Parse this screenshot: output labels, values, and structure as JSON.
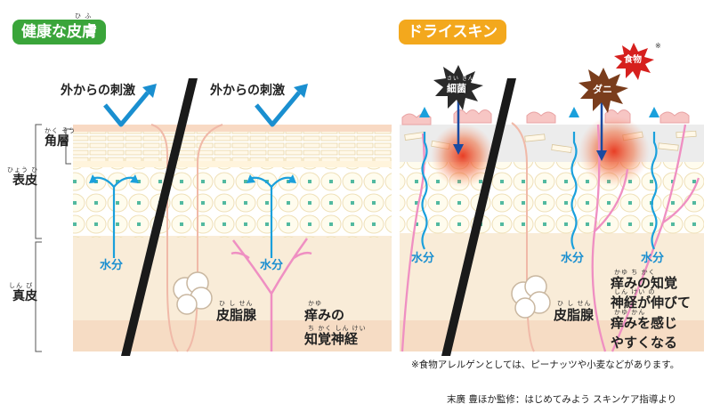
{
  "left": {
    "badge": "健康な皮膚",
    "badge_furigana": "ひ ふ",
    "stimulus_1": "外からの刺激",
    "stimulus_2": "外からの刺激",
    "water_1": "水分",
    "water_2": "水分",
    "sebaceous": "皮脂腺",
    "sebaceous_furigana": "ひ し せん",
    "itch_line1": "痒みの",
    "itch_line2": "知覚神経",
    "itch_furigana1": "かゆ",
    "itch_furigana2": "ち かく しん けい"
  },
  "side": {
    "kakuso": "角層",
    "kakuso_furigana": "かく そう",
    "hyohi": "表皮",
    "hyohi_furigana": "ひょう ひ",
    "shinpi": "真皮",
    "shinpi_furigana": "しん ぴ"
  },
  "right": {
    "badge": "ドライスキン",
    "bacteria": "細菌",
    "bacteria_furigana": "さい きん",
    "mite": "ダニ",
    "food": "食物",
    "food_mark": "※",
    "water_1": "水分",
    "water_2": "水分",
    "water_3": "水分",
    "sebaceous": "皮脂腺",
    "sebaceous_furigana": "ひ し せん",
    "itch_lines": [
      "痒みの知覚",
      "神経が伸びて",
      "痒みを感じ",
      "やすくなる"
    ],
    "itch_furigana": [
      "かゆ ち かく",
      "しん けい の",
      "かゆ かん",
      ""
    ]
  },
  "footnote": "※食物アレルゲンとしては、ピーナッツや小麦などがあります。",
  "source": "末廣 豊ほか監修：はじめてみよう スキンケア指導より",
  "colors": {
    "green_badge": "#3aa53a",
    "orange_badge": "#f3a81d",
    "water_blue": "#1aa0dc",
    "nerve_pink": "#ef8fc2",
    "dermis": "#f9ecd8"
  }
}
